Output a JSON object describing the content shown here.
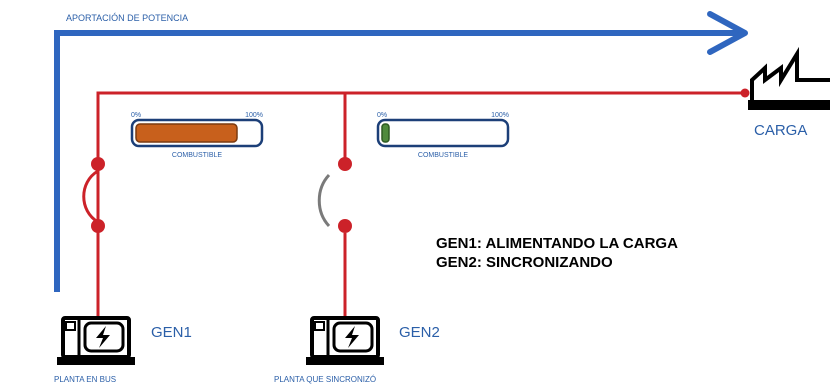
{
  "power_flow_label": "APORTACIÓN DE POTENCIA",
  "load": {
    "label": "CARGA",
    "icon": "factory-icon"
  },
  "gauges": [
    {
      "id": "gen1",
      "min_label": "0%",
      "max_label": "100%",
      "caption": "COMBUSTIBLE",
      "fill_fraction": 0.83,
      "fill_color": "#c8601c"
    },
    {
      "id": "gen2",
      "min_label": "0%",
      "max_label": "100%",
      "caption": "COMBUSTIBLE",
      "fill_fraction": 0.06,
      "fill_color": "#4f8a3c"
    }
  ],
  "generators": [
    {
      "id": "gen1",
      "name": "GEN1",
      "caption": "PLANTA EN BUS",
      "breaker_state": "closed",
      "icon": "generator-icon"
    },
    {
      "id": "gen2",
      "name": "GEN2",
      "caption": "PLANTA QUE SINCRONIZÓ",
      "breaker_state": "open",
      "icon": "generator-icon"
    }
  ],
  "status": {
    "line1": "GEN1: ALIMENTANDO LA CARGA",
    "line2": "GEN2: SINCRONIZANDO"
  },
  "colors": {
    "power_arrow": "#2f66bf",
    "bus": "#cc2229",
    "label_blue": "#2b5fa8",
    "open_switch": "#7a7a7a"
  }
}
